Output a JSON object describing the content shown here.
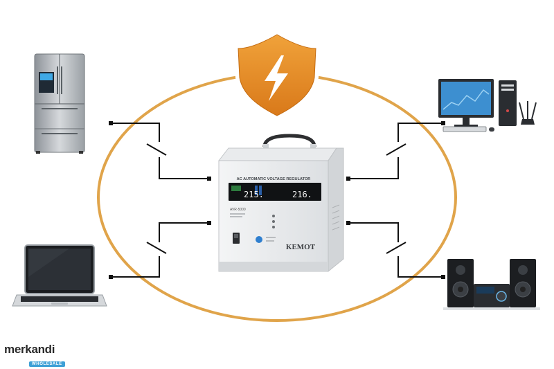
{
  "regulator": {
    "header_text": "AC AUTOMATIC VOLTAGE REGULATOR",
    "display_left": "215.",
    "display_right": "216.",
    "model_line1": "AVR-5000",
    "brand": "KEMOT"
  },
  "brand": {
    "name": "merkandi",
    "tagline": "WHOLESALE"
  },
  "colors": {
    "ellipse": "#e0a44a",
    "shield": "#e38f22",
    "wire": "#111111"
  },
  "icons": {
    "shield": "lightning-shield-icon"
  }
}
